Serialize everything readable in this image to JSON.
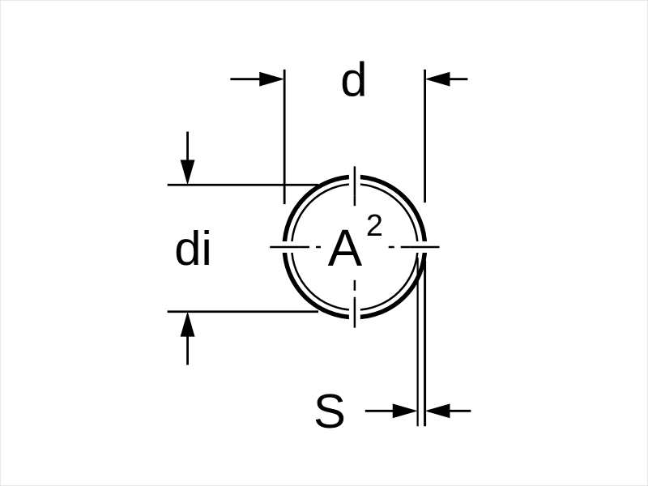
{
  "diagram": {
    "labels": {
      "outer_diameter": "d",
      "inner_diameter": "di",
      "wall_thickness": "S",
      "area_base": "A",
      "area_exponent": "2"
    },
    "colors": {
      "line": "#000000",
      "background": "#ffffff"
    }
  }
}
